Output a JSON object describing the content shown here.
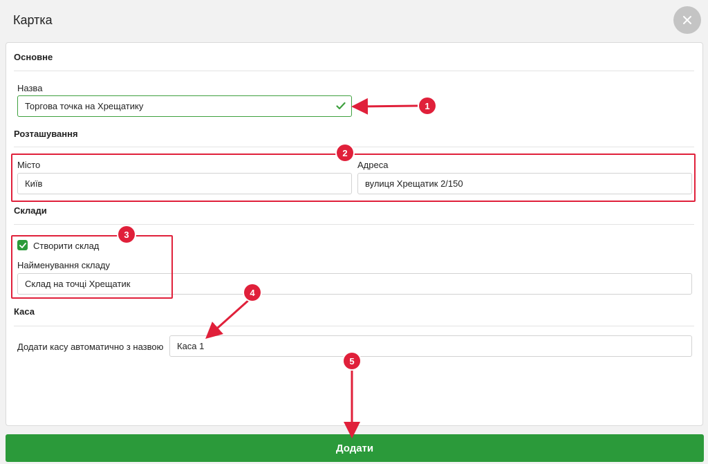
{
  "modal": {
    "title": "Картка"
  },
  "close_icon": "close-icon",
  "sections": {
    "basic": {
      "title": "Основне"
    },
    "location": {
      "title": "Розташування"
    },
    "warehouses": {
      "title": "Склади"
    },
    "cash": {
      "title": "Каса"
    }
  },
  "fields": {
    "name": {
      "label": "Назва",
      "value": "Торгова точка на Хрещатику"
    },
    "city": {
      "label": "Місто",
      "value": "Київ"
    },
    "address": {
      "label": "Адреса",
      "value": "вулиця Хрещатик 2/150"
    },
    "create_warehouse": {
      "label": "Створити склад",
      "checked": true
    },
    "warehouse_name": {
      "label": "Найменування складу",
      "value": "Склад на точці Хрещатик"
    },
    "cash_auto": {
      "label": "Додати касу автоматично з назвою",
      "value": "Каса 1"
    }
  },
  "submit": {
    "label": "Додати"
  },
  "annotations": [
    "1",
    "2",
    "3",
    "4",
    "5"
  ],
  "colors": {
    "accent": "#2b9a3a",
    "annotation": "#e0203a"
  }
}
